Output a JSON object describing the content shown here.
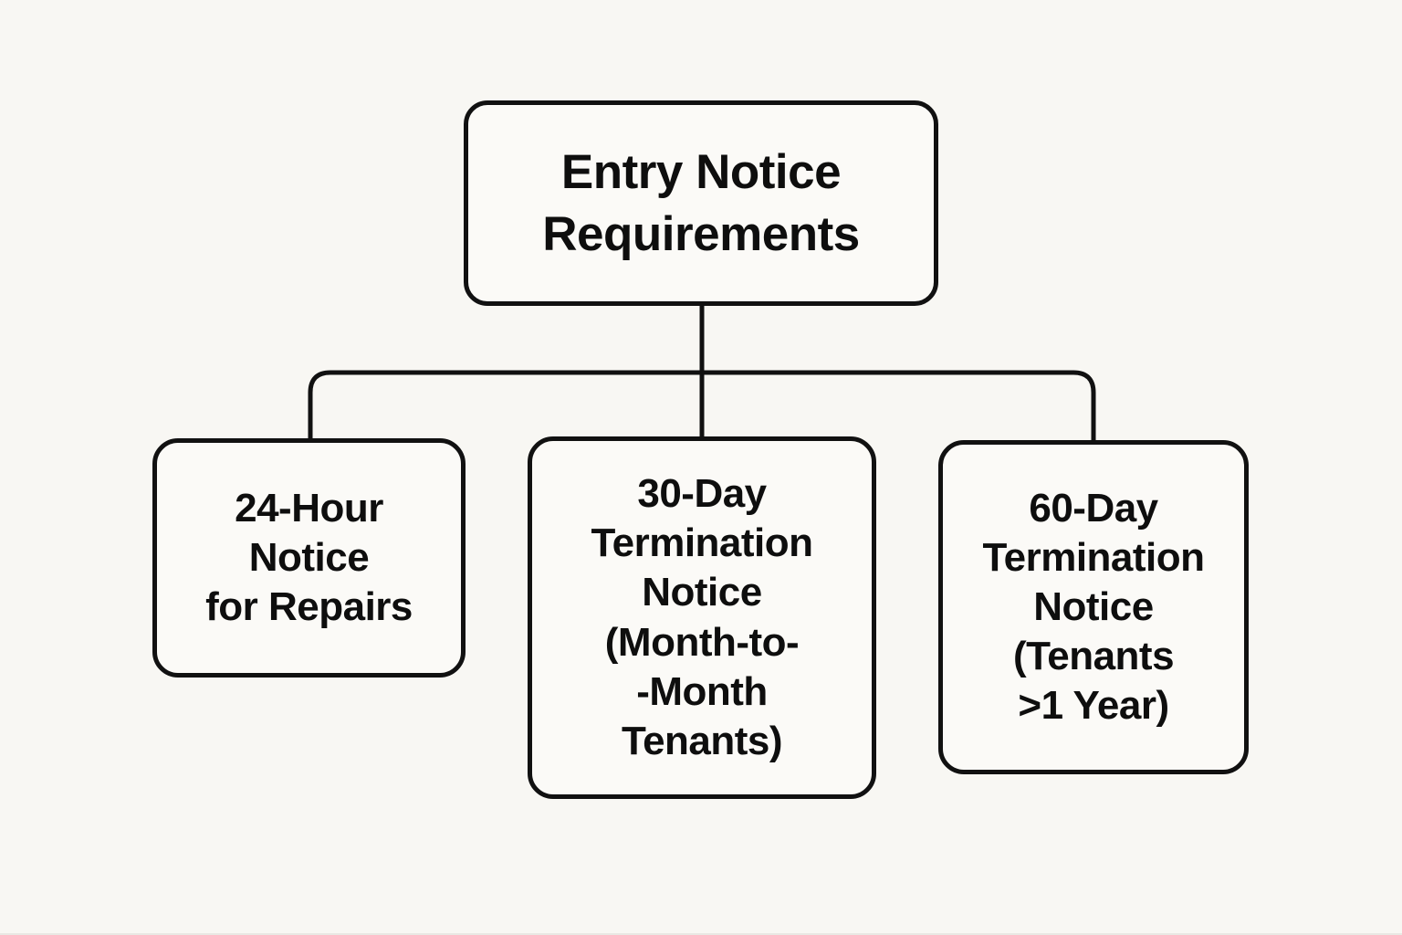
{
  "diagram": {
    "type": "flowchart",
    "title": "Entry Notice Requirements",
    "colors": {
      "background": "#f8f7f3",
      "node_fill": "#fbfaf7",
      "stroke": "#111111",
      "text": "#0e0e0e"
    },
    "root": {
      "id": "entry-notice-requirements",
      "label": "Entry Notice\nRequirements"
    },
    "children": [
      {
        "id": "24-hour-notice-for-repairs",
        "label": "24-Hour\nNotice\nfor Repairs"
      },
      {
        "id": "30-day-termination-notice",
        "label": "30-Day\nTermination\nNotice\n(Month-to-\n-Month\nTenants)"
      },
      {
        "id": "60-day-termination-notice",
        "label": "60-Day\nTermination\nNotice\n(Tenants\n>1 Year)"
      }
    ],
    "edges": [
      {
        "from": "entry-notice-requirements",
        "to": "24-hour-notice-for-repairs"
      },
      {
        "from": "entry-notice-requirements",
        "to": "30-day-termination-notice"
      },
      {
        "from": "entry-notice-requirements",
        "to": "60-day-termination-notice"
      }
    ]
  }
}
